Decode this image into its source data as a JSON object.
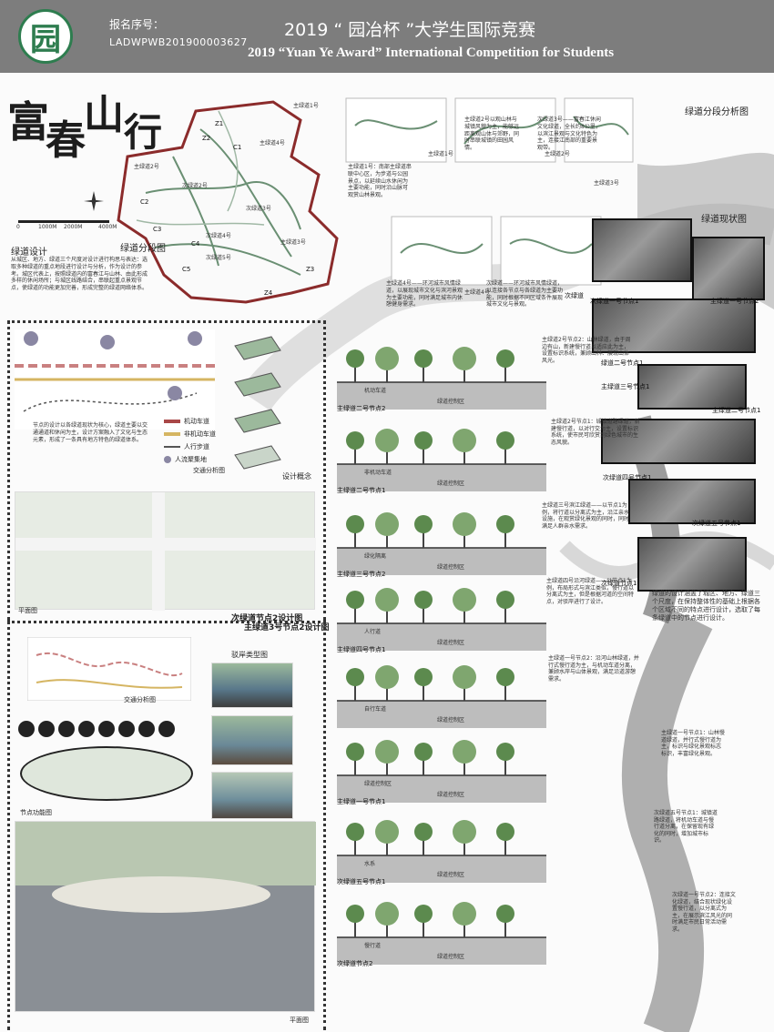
{
  "header": {
    "logo_glyph": "园",
    "reg_label": "报名序号：",
    "reg_number": "LADWPWB201900003627",
    "title_cn": "2019 “ 园冶杯 ”大学生国际竞赛",
    "title_en": "2019 “Yuan Ye Award” International Competition for  Students"
  },
  "poster": {
    "calligraphy": [
      "富",
      "春",
      "山",
      "行"
    ],
    "map_caption": "绿道分段图",
    "scale_bar": [
      "0",
      "1000M",
      "2000M",
      "4000M"
    ],
    "map_labels": {
      "main1": "主绿道1号",
      "main2": "主绿道2号",
      "main3": "主绿道3号",
      "main4": "主绿道4号",
      "sub2": "次绿道2号",
      "sub3": "次绿道3号",
      "sub4": "次绿道4号",
      "sub5": "次绿道5号",
      "nodes": [
        "Z1",
        "Z2",
        "C1",
        "C2",
        "C3",
        "C4",
        "C5",
        "Z3",
        "Z4"
      ]
    },
    "mini_notes": [
      "主绿道1号：南部主绿道串联中心区，为步道与公园景点，以延续山水休闲为主要功能，同时沿山脉可观赏山林景观。",
      "主绿道2号以观山林与城镇风貌为主，能够远距离观山体与郊野，同时串联城镇的田园风情。",
      "次绿道3号——富春江休闲文化绿道，全长约8公里，以滨江景观与文化特色为主，连接江南部的重要景观带。",
      "主绿道4号——环河城市风情绿道，以展现城市文化与滨河景观为主要功能，同时满足城市内休憩健身需求。",
      "次绿道——环河城市风情绿道，以连接各节点与各绿道为主要功能，同时根据不同区域条件展现城市文化与景观。"
    ],
    "mini_tags": [
      "主绿道1号",
      "主绿道2号",
      "主绿道3号",
      "主绿道4号"
    ],
    "greenway_design_title": "绿道设计",
    "greenway_design_text": "从城区、地方、绿道三个尺度对设计进行构思与表达：选取多种绿道的重点地段进行设计与分析，作为设计的参考。城区代表上，按照绿道内的富春江与山林、由此形成多样的休闲场所；与城区线路结合，串联起重点景观节点，使绿道的功能更加完善，形成完整的绿道网络体系。",
    "analysis_title": "绿道分段分析图",
    "status_title": "绿道现状图",
    "node_labels": [
      "次绿道一号节点1",
      "主绿道一号节点2",
      "绿道二号节点1",
      "主绿道三号节点1",
      "主绿道二号节点1",
      "次绿道四号节点1",
      "次绿道五号节点1",
      "次绿道节点1",
      "主绿道二号节点2",
      "次绿道"
    ],
    "status_note": "绿道的设计涵盖了城区、地方、绿道三个尺度，在保持整体性的基础上根据各个区域不同的特点进行设计，选取了每条绿道中的节点进行设计。",
    "design_concept": "设计概念",
    "traffic_analysis": "交通分析图",
    "traffic_note": "节点的设计以各绿道现状为核心，绿道主要以交通通道和休闲为主，设计方案融入了文化与生态元素，形成了一条具有地方特色的绿道体系。",
    "legend": [
      "机动车道",
      "非机动车道",
      "人行步道",
      "人流聚集地"
    ],
    "plan_label_top": "平面图",
    "plan_title_1": "次绿道节点2设计图",
    "plan_title_2": "主绿道3号节点2设计图",
    "traffic_analysis_2": "交通分析图",
    "bank_types": "驳岸类型图",
    "node_activity": "节点功能图",
    "plan_label_bottom": "平面图",
    "sections": [
      {
        "node": "主绿道二号节点2",
        "caption": "主绿道2号节点2：山林绿道，由于周边有山，新建慢行道以适应此为主，设置标识系统，兼顾山林、展现山体风光。"
      },
      {
        "node": "主绿道二号节点1",
        "caption": "主绿道2号节点1：城镇道路绿道，新建慢行道，以对行交为主，设置标识系统，使市民可欣赏到绿色城市的生态风貌。"
      },
      {
        "node": "主绿道三号节点2",
        "caption": "主绿道三号滨江绿道——以节点1为例，将行道以分离式为主，沿江亲水设施，在观赏绿化景观的同时，同时满足人群亲水需求。"
      },
      {
        "node": "主绿道四号节点1",
        "caption": "主绿道四号沿河绿道——以节点1为例，布局形式与滨江类似，慢行道以分离式为主，但是根据河道的空间特点，对驳岸进行了设计。"
      },
      {
        "node": "",
        "caption": "主绿道一号节点2：沿河山林绿道，并行式慢行道为主，与机动车道分离，兼顾水岸与山体景观，满足沿道游憩需求。"
      },
      {
        "node": "主绿道一号节点1",
        "caption": "主绿道一号节点1：山林慢道绿道，并行式慢行道为主，标识与绿化景观标志标识，丰富绿化景观。"
      },
      {
        "node": "次绿道五号节点1",
        "caption": "次绿道五号节点1：城镇道路绿道，将机动车道与慢行道分离，在保留现有绿化的同时，增加城市标识。"
      },
      {
        "node": "次绿道节点2",
        "caption": "次绿道一号节点2：连接文化绿道，结合现状绿化设置慢行道，以分离式为主，在展示滨江风光的同时满足市民日常活动需求。"
      }
    ],
    "section_road_labels": [
      "机动车道",
      "非机动车道",
      "绿化隔离",
      "人行道",
      "自行车道",
      "绿道控制区",
      "水系",
      "慢行道"
    ]
  }
}
